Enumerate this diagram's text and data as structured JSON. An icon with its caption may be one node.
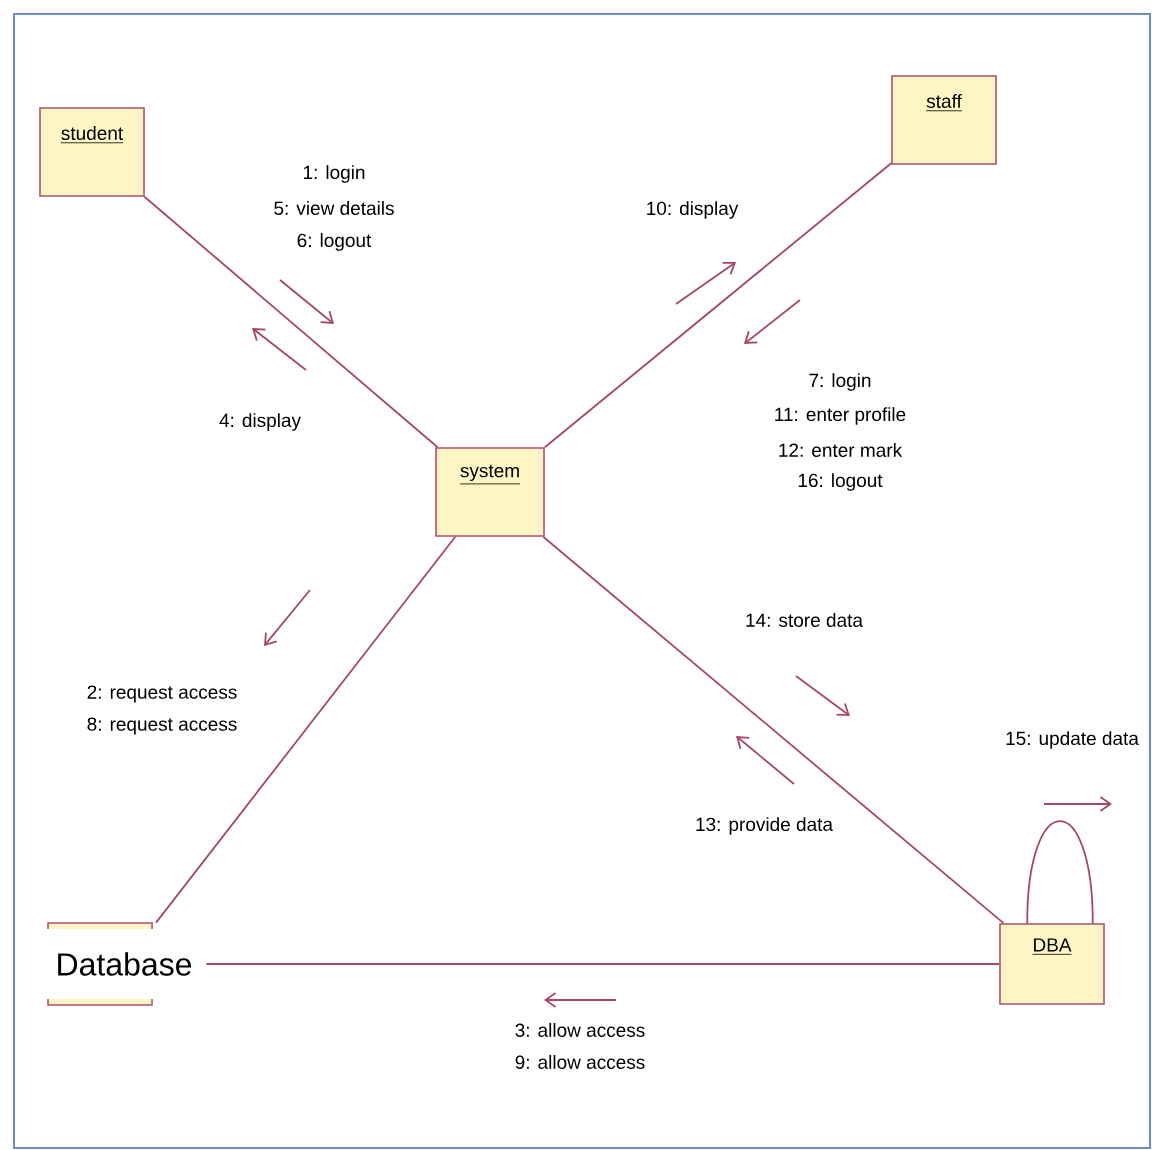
{
  "diagram": {
    "nodes": [
      {
        "text": [
          "student"
        ]
      },
      {
        "text": [
          "staff"
        ]
      },
      {
        "text": [
          "system"
        ]
      },
      {
        "text": [
          "Database"
        ]
      },
      {
        "text": [
          "DBA"
        ]
      }
    ],
    "edges": [
      {
        "from": 0,
        "to": 2,
        "arrow": "none"
      },
      {
        "from": 1,
        "to": 2,
        "arrow": "none"
      },
      {
        "from": 2,
        "to": 3,
        "arrow": "none"
      },
      {
        "from": 2,
        "to": 4,
        "arrow": "none"
      },
      {
        "from": 3,
        "to": 4,
        "arrow": "none"
      },
      {
        "from": 4,
        "to": 4,
        "arrow": "none"
      }
    ],
    "labels": [
      "1: login",
      "5: view details",
      "6: logout",
      "10: display",
      "4: display",
      "7: login",
      "11: enter profile",
      "12: enter mark",
      "16: logout",
      "14: store data",
      "2: request access",
      "8: request access",
      "15: update data",
      "13: provide data",
      "3: allow access",
      "9: allow access"
    ]
  }
}
